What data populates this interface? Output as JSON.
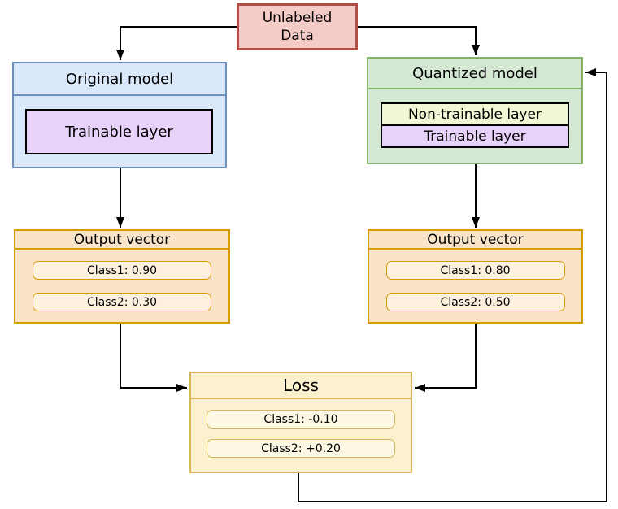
{
  "nodes": {
    "unlabeled_data": {
      "label": "Unlabeled\nData"
    },
    "original_model": {
      "title": "Original model",
      "layers": [
        "Trainable layer"
      ]
    },
    "quantized_model": {
      "title": "Quantized model",
      "layers": [
        "Non-trainable layer",
        "Trainable layer"
      ]
    },
    "output_vector_original": {
      "title": "Output vector",
      "values": [
        "Class1: 0.90",
        "Class2: 0.30"
      ]
    },
    "output_vector_quantized": {
      "title": "Output vector",
      "values": [
        "Class1: 0.80",
        "Class2: 0.50"
      ]
    },
    "loss": {
      "title": "Loss",
      "values": [
        "Class1: -0.10",
        "Class2: +0.20"
      ]
    }
  },
  "edges": [
    {
      "from": "unlabeled_data",
      "to": "original_model"
    },
    {
      "from": "unlabeled_data",
      "to": "quantized_model"
    },
    {
      "from": "original_model",
      "to": "output_vector_original"
    },
    {
      "from": "quantized_model",
      "to": "output_vector_quantized"
    },
    {
      "from": "output_vector_original",
      "to": "loss"
    },
    {
      "from": "output_vector_quantized",
      "to": "loss"
    },
    {
      "from": "loss",
      "to": "quantized_model"
    }
  ],
  "colors": {
    "unlabeled_fill": "#f5cbc7",
    "unlabeled_border": "#b05048",
    "original_fill": "#dae8fc",
    "original_border": "#6c8ebf",
    "quantized_fill": "#d5e8d4",
    "quantized_border": "#82b366",
    "trainable_fill": "#e7d2f9",
    "nontrainable_fill": "#eff7d5",
    "output_fill": "#f9e3c9",
    "output_border": "#d79b00",
    "output_pill_fill": "#fdf1de",
    "loss_fill": "#fbf1cf",
    "loss_border": "#d6b656",
    "loss_pill_fill": "#fdf8e3",
    "arrow_color": "#000000"
  }
}
